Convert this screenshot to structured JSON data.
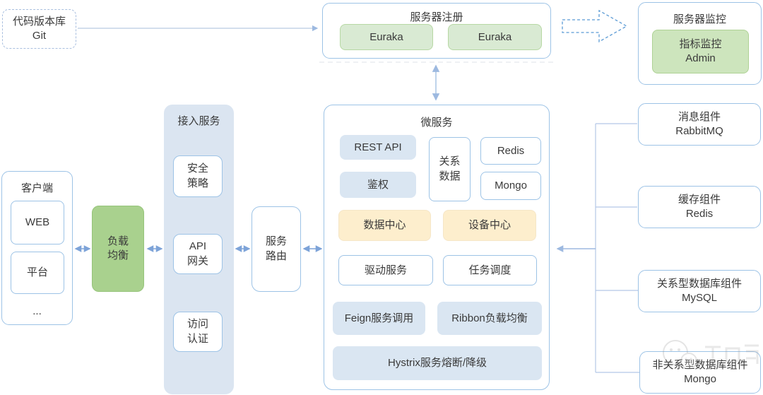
{
  "palette": {
    "border_blue": "#9dc3e6",
    "fill_light_blue": "#dbe5f1",
    "fill_green": "#a9d18e",
    "fill_green_light": "#d9ead3",
    "fill_yellow": "#fdeecd",
    "arrow_blue": "#7da3d8",
    "connector_blue": "#b4c7e7",
    "arrow_gray": "#b0b0b0"
  },
  "git": {
    "line1": "代码版本库",
    "line2": "Git"
  },
  "registry": {
    "title": "服务器注册",
    "nodes": [
      "Euraka",
      "Euraka"
    ]
  },
  "monitor": {
    "title": "服务器监控",
    "node_line1": "指标监控",
    "node_line2": "Admin"
  },
  "client": {
    "title": "客户端",
    "items": [
      "WEB",
      "平台"
    ],
    "ellipsis": "..."
  },
  "load_balancer": {
    "line1": "负载",
    "line2": "均衡"
  },
  "access": {
    "title": "接入服务",
    "security_line1": "安全",
    "security_line2": "策略",
    "gateway_line1": "API",
    "gateway_line2": "网关",
    "auth_line1": "访问",
    "auth_line2": "认证"
  },
  "router": {
    "line1": "服务",
    "line2": "路由"
  },
  "micro": {
    "title": "微服务",
    "rest_api": "REST API",
    "auth": "鉴权",
    "rel_line1": "关系",
    "rel_line2": "数据",
    "redis": "Redis",
    "mongo": "Mongo",
    "data_center": "数据中心",
    "device_center": "设备中心",
    "driver": "驱动服务",
    "scheduler": "任务调度",
    "feign": "Feign服务调用",
    "ribbon": "Ribbon负载均衡",
    "hystrix": "Hystrix服务熔断/降级"
  },
  "right": {
    "components": [
      {
        "line1": "消息组件",
        "line2": "RabbitMQ"
      },
      {
        "line1": "缓存组件",
        "line2": "Redis"
      },
      {
        "line1": "关系型数据库组件",
        "line2": "MySQL"
      },
      {
        "line1": "非关系型数据库组件",
        "line2": "Mongo"
      }
    ]
  }
}
